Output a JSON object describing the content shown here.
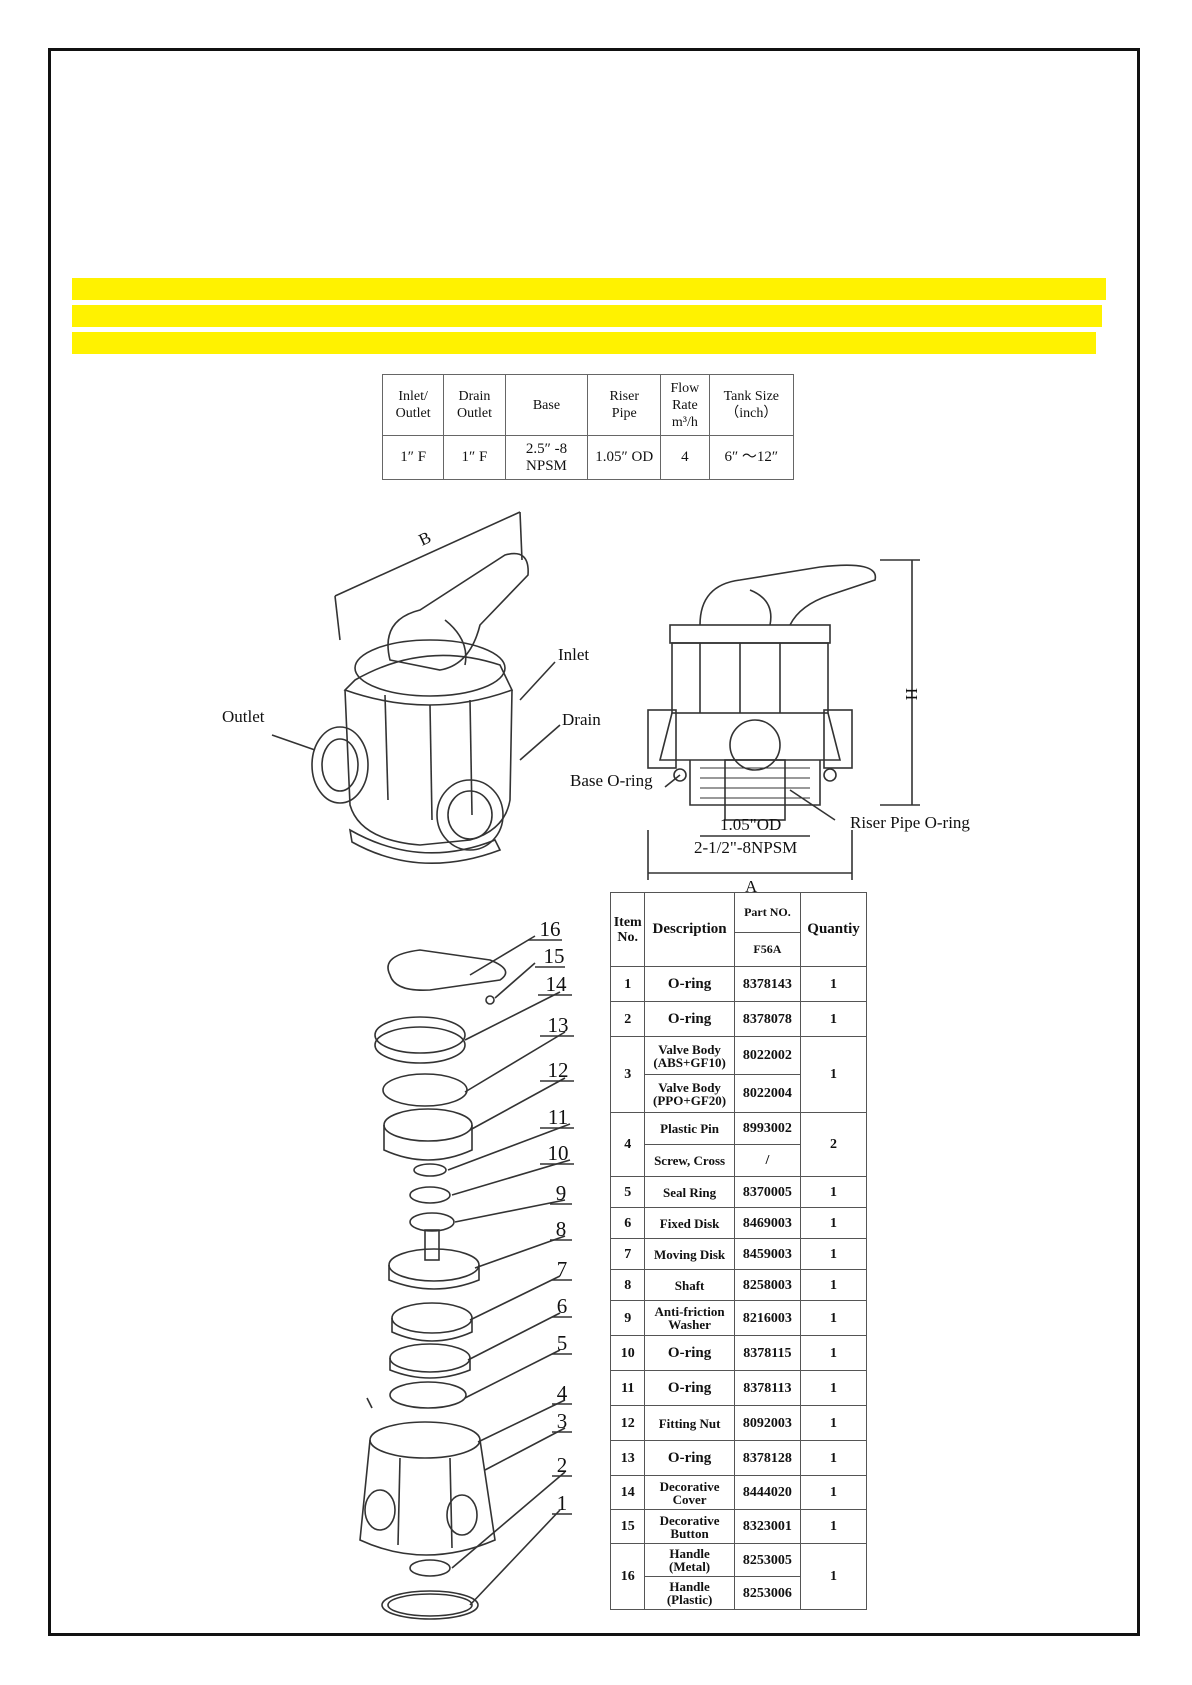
{
  "spec_table": {
    "headers": [
      "Inlet/\nOutlet",
      "Drain\nOutlet",
      "Base",
      "Riser\nPipe",
      "Flow\nRate\nm³/h",
      "Tank Size\n（inch）"
    ],
    "values": [
      "1″ F",
      "1″ F",
      "2.5″ -8\nNPSM",
      "1.05″ OD",
      "4",
      "6″ ～12″"
    ]
  },
  "drawing_labels": {
    "dim_b": "B",
    "dim_h": "H",
    "dim_a": "A",
    "inlet": "Inlet",
    "outlet": "Outlet",
    "drain": "Drain",
    "base_oring": "Base O-ring",
    "riser_od": "1.05\"OD",
    "base_thread": "2-1/2\"-8NPSM",
    "riser_oring": "Riser Pipe O-ring"
  },
  "callouts": [
    "16",
    "15",
    "14",
    "13",
    "12",
    "11",
    "10",
    "9",
    "8",
    "7",
    "6",
    "5",
    "4",
    "3",
    "2",
    "1"
  ],
  "parts_table": {
    "header_item": "Item\nNo.",
    "header_desc": "Description",
    "header_part": "Part NO.",
    "header_model": "F56A",
    "header_qty": "Quantiy",
    "rows": [
      {
        "item": "1",
        "desc": "O-ring",
        "part": "8378143",
        "qty": "1"
      },
      {
        "item": "2",
        "desc": "O-ring",
        "part": "8378078",
        "qty": "1"
      },
      {
        "item": "3",
        "desc": "Valve Body\n(ABS+GF10)",
        "part": "8022002",
        "qty": "1"
      },
      {
        "item": "",
        "desc": "Valve Body\n(PPO+GF20)",
        "part": "8022004",
        "qty": ""
      },
      {
        "item": "4",
        "desc": "Plastic Pin",
        "part": "8993002",
        "qty": "2"
      },
      {
        "item": "",
        "desc": "Screw, Cross",
        "part": "/",
        "qty": ""
      },
      {
        "item": "5",
        "desc": "Seal Ring",
        "part": "8370005",
        "qty": "1"
      },
      {
        "item": "6",
        "desc": "Fixed Disk",
        "part": "8469003",
        "qty": "1"
      },
      {
        "item": "7",
        "desc": "Moving Disk",
        "part": "8459003",
        "qty": "1"
      },
      {
        "item": "8",
        "desc": "Shaft",
        "part": "8258003",
        "qty": "1"
      },
      {
        "item": "9",
        "desc": "Anti-friction\nWasher",
        "part": "8216003",
        "qty": "1"
      },
      {
        "item": "10",
        "desc": "O-ring",
        "part": "8378115",
        "qty": "1"
      },
      {
        "item": "11",
        "desc": "O-ring",
        "part": "8378113",
        "qty": "1"
      },
      {
        "item": "12",
        "desc": "Fitting Nut",
        "part": "8092003",
        "qty": "1"
      },
      {
        "item": "13",
        "desc": "O-ring",
        "part": "8378128",
        "qty": "1"
      },
      {
        "item": "14",
        "desc": "Decorative\nCover",
        "part": "8444020",
        "qty": "1"
      },
      {
        "item": "15",
        "desc": "Decorative\nButton",
        "part": "8323001",
        "qty": "1"
      },
      {
        "item": "16",
        "desc": "Handle\n(Metal)",
        "part": "8253005",
        "qty": "1"
      },
      {
        "item": "",
        "desc": "Handle\n(Plastic)",
        "part": "8253006",
        "qty": ""
      }
    ]
  }
}
